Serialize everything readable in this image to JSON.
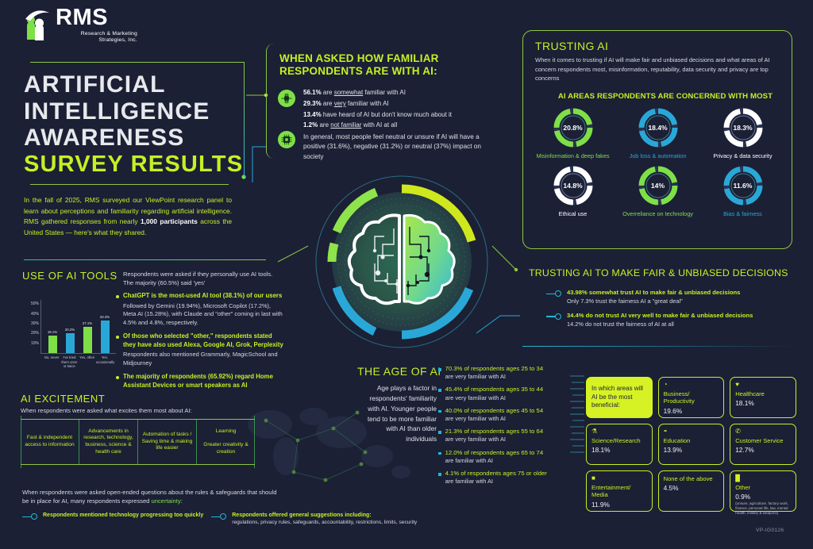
{
  "logo": {
    "name": "RMS",
    "sub_line1": "Research & Marketing",
    "sub_line2": "Strategies, Inc."
  },
  "title": {
    "line1": "ARTIFICIAL",
    "line2": "INTELLIGENCE",
    "line3": "AWARENESS",
    "line4": "SURVEY RESULTS"
  },
  "intro": {
    "part1": "In the fall of 2025, RMS surveyed our ViewPoint research panel to learn about perceptions and familiarity regarding artificial intelligence. RMS gathered responses from nearly ",
    "bold": "1,000 participants",
    "part2": " across the United States — here's what they shared."
  },
  "familiarity": {
    "title": "WHEN ASKED HOW FAMILIAR RESPONDENTS ARE WITH AI:",
    "items": [
      {
        "pct": "56.1%",
        "pre": " are ",
        "em": "somewhat",
        "post": " familiar with AI"
      },
      {
        "pct": "29.3%",
        "pre": " are ",
        "em": "very",
        "post": " familiar with AI"
      },
      {
        "pct": "13.4%",
        "pre": " have heard of AI but don't know much about it",
        "em": "",
        "post": ""
      },
      {
        "pct": "1.2%",
        "pre": " are ",
        "em": "not familiar",
        "post": " with AI at all"
      }
    ],
    "note": "In general, most people feel neutral or unsure if AI will have a positive (31.6%), negative (31.2%) or neutral (37%) impact on society"
  },
  "trusting": {
    "title": "TRUSTING AI",
    "description": "When it comes to trusting if AI will make fair and unbiased decisions and what areas of AI concern respondents most, misinformation, reputability, data security and privacy are top concerns",
    "subtitle": "AI AREAS RESPONDENTS ARE CONCERNED WITH MOST",
    "concerns": [
      {
        "value": "20.8%",
        "pct": 20.8,
        "label": "Misinformation & deep fakes",
        "color": "#7ee046"
      },
      {
        "value": "18.4%",
        "pct": 18.4,
        "label": "Job loss & automation",
        "color": "#29a8d8"
      },
      {
        "value": "18.3%",
        "pct": 18.3,
        "label": "Privacy & data security",
        "color": "#ffffff"
      },
      {
        "value": "14.8%",
        "pct": 14.8,
        "label": "Ethical use",
        "color": "#ffffff"
      },
      {
        "value": "14%",
        "pct": 14.0,
        "label": "Overreliance on technology",
        "color": "#7ee046"
      },
      {
        "value": "11.6%",
        "pct": 11.6,
        "label": "Bias & fairness",
        "color": "#29a8d8"
      }
    ]
  },
  "fair_decisions": {
    "title": "TRUSTING AI TO MAKE FAIR & UNBIASED DECISIONS",
    "items": [
      {
        "head": "43.98% somewhat trust AI to make fair & unbiased decisions",
        "sub": "Only 7.3% trust the fairness AI a \"great deal\""
      },
      {
        "head": "34.4% do not trust AI very well to make fair & unbiased decisions",
        "sub": "14.2% do not trust the fairness of AI at all"
      }
    ]
  },
  "use_of_ai": {
    "title": "USE OF AI TOOLS",
    "lead": "Respondents were asked if they personally use AI tools. The majority (60.5%) said 'yes'",
    "bullets": [
      {
        "head": "ChatGPT is the most-used AI tool (38.1%) of our users",
        "sub": "Followed by Gemini (19.94%), Microsoft Copilot (17.2%), Meta AI (15.28%), with Claude and \"other\" coming in last with 4.5% and 4.8%, respectively."
      },
      {
        "head": "Of those who selected \"other,\" respondents stated they have also used Alexa, Google AI, Grok, Perplexity",
        "sub": "Respondents also mentioned Grammarly, MagicSchool and Midjourney"
      },
      {
        "head": "The majority of respondents (65.92%) regard Home Assistant Devices or smart speakers as AI",
        "sub": ""
      }
    ]
  },
  "chart_data": {
    "type": "bar",
    "title": "Use of AI tools",
    "categories": [
      "No, never",
      "I've tried them once or twice",
      "Yes, often",
      "Yes, occasionally"
    ],
    "values": [
      18.1,
      20.2,
      27.1,
      33.4
    ],
    "value_labels": [
      "18.1%",
      "20.2%",
      "27.1%",
      "33.4%"
    ],
    "colors": [
      "#7ee046",
      "#29a8d8",
      "#7ee046",
      "#29a8d8"
    ],
    "yticks": [
      "50%",
      "40%",
      "30%",
      "20%",
      "10%"
    ],
    "ylim": [
      0,
      55
    ],
    "xlabel": "",
    "ylabel": "",
    "grid": false,
    "legend": "none"
  },
  "excitement": {
    "title": "AI EXCITEMENT",
    "lead": "When respondents were asked what excites them most about AI:",
    "cells": [
      "Fast & independent access to information",
      "Advancements in research, technology, business, science & health care",
      "Automation of tasks / Saving time & making life easier",
      "Learning\n\nGreater creativity & creation"
    ]
  },
  "age_of_ai": {
    "title": "THE AGE OF AI",
    "description": "Age plays a factor in respondents' familiarity with AI. Younger people tend to be more familiar with AI than older individuals",
    "items": [
      {
        "head": "70.3% of respondents ages 25 to 34",
        "sub": "are very familiar with AI"
      },
      {
        "head": "45.4% of respondents ages 35 to 44",
        "sub": "are very familiar with AI"
      },
      {
        "head": "40.0% of respondents ages 45 to 54",
        "sub": "are very familiar with AI"
      },
      {
        "head": "21.3% of respondents ages 55 to 64",
        "sub": "are very familiar with AI"
      },
      {
        "head": "12.0% of respondents ages 65 to 74",
        "sub": "are familiar with AI"
      },
      {
        "head": "4.1% of respondents ages 75 or older",
        "sub": "are familiar with AI"
      }
    ]
  },
  "beneficial": {
    "prompt": "In which areas will AI be the most beneficial:",
    "cards": [
      {
        "icon": "briefcase-icon",
        "glyph": "◔",
        "label": "Business/ Productivity",
        "value": "19.6%",
        "note": ""
      },
      {
        "icon": "heart-icon",
        "glyph": "♥",
        "label": "Healthcare",
        "value": "18.1%",
        "note": ""
      },
      {
        "icon": "flask-icon",
        "glyph": "⚗",
        "label": "Science/Research",
        "value": "18.1%",
        "note": ""
      },
      {
        "icon": "book-icon",
        "glyph": "◓",
        "label": "Education",
        "value": "13.9%",
        "note": ""
      },
      {
        "icon": "headset-icon",
        "glyph": "✆",
        "label": "Customer Service",
        "value": "12.7%",
        "note": ""
      },
      {
        "icon": "screen-icon",
        "glyph": "■",
        "label": "Entertainment/ Media",
        "value": "11.9%",
        "note": ""
      },
      {
        "icon": "none-icon",
        "glyph": "",
        "label": "None of the above",
        "value": "4.5%",
        "note": ""
      },
      {
        "icon": "chart-icon",
        "glyph": "█",
        "label": "Other",
        "value": "0.9%",
        "note": "(unsure, agriculture, factory work, finance, personal life, law, mental health, military & weapons)"
      }
    ]
  },
  "bottom": {
    "text_part1": "When respondents were asked open-ended questions about the rules & safeguards that should be in place for AI, many respondents expressed ",
    "highlight": "uncertainty",
    "text_part2": ":",
    "items": [
      {
        "head": "Respondents mentioned technology progressing too quickly",
        "sub": ""
      },
      {
        "head": "Respondents offered general suggestions including:",
        "sub": "regulations, privacy rules, safeguards, accountability, restrictions, limits, security"
      }
    ]
  },
  "watermark": "VP-IG0126",
  "colors": {
    "bg": "#1b2035",
    "lime": "#c6f024",
    "green": "#7ee046",
    "teal": "#29a8d8",
    "white": "#ffffff"
  }
}
